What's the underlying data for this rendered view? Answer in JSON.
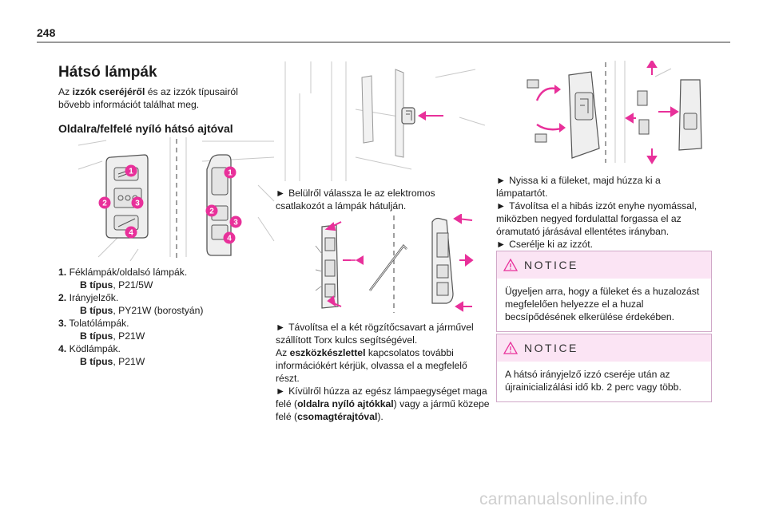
{
  "page_number": "248",
  "left": {
    "title": "Hátsó lámpák",
    "intro_pre": "Az ",
    "intro_bold": "izzók cseréjéről",
    "intro_post": " és az izzók típusairól bővebb információt találhat meg.",
    "subtitle": "Oldalra/felfelé nyíló hátsó ajtóval",
    "callouts": [
      "1",
      "2",
      "3",
      "4"
    ],
    "items": [
      {
        "num": "1.",
        "name": "Féklámpák/oldalsó lámpák.",
        "type_label": "B típus",
        "type_value": ", P21/5W"
      },
      {
        "num": "2.",
        "name": "Irányjelzők.",
        "type_label": "B típus",
        "type_value": ", PY21W (borostyán)"
      },
      {
        "num": "3.",
        "name": "Tolatólámpák.",
        "type_label": "B típus",
        "type_value": ", P21W"
      },
      {
        "num": "4.",
        "name": "Ködlámpák.",
        "type_label": "B típus",
        "type_value": ", P21W"
      }
    ]
  },
  "middle": {
    "bullet": "►",
    "step1": "Belülről válassza le az elektromos csatlakozót a lámpák hátulján.",
    "step2": "Távolítsa el a két rögzítőcsavart a járművel szállított Torx kulcs segítségével.",
    "tools_pre": "Az ",
    "tools_bold": "eszközkészlettel",
    "tools_post": " kapcsolatos további információkért kérjük, olvassa el a megfelelő részt.",
    "step3_pre": "Kívülről húzza az egész lámpaegységet maga felé (",
    "step3_bold1": "oldalra nyíló ajtókkal",
    "step3_mid": ") vagy a jármű közepe felé (",
    "step3_bold2": "csomagtérajtóval",
    "step3_post": ")."
  },
  "right": {
    "bullet": "►",
    "steps": [
      "Nyissa ki a füleket, majd húzza ki a lámpatartót.",
      "Távolítsa el a hibás izzót enyhe nyomással, miközben negyed fordulattal forgassa el az óramutató járásával ellentétes irányban.",
      "Cserélje ki az izzót."
    ],
    "notices": [
      {
        "title": "NOTICE",
        "body": "Ügyeljen arra, hogy a füleket és a huzalozást megfelelően helyezze el a huzal becsípődésének elkerülése érdekében."
      },
      {
        "title": "NOTICE",
        "body": "A hátsó irányjelző izzó cseréje után az újrainicializálási idő kb. 2 perc vagy több."
      }
    ]
  },
  "watermark": "carmanualsonline.info",
  "colors": {
    "accent": "#e8309a",
    "callout_fill": "#e8309a",
    "notice_bg": "#fbe4f4",
    "rule": "#9a9a9a"
  }
}
